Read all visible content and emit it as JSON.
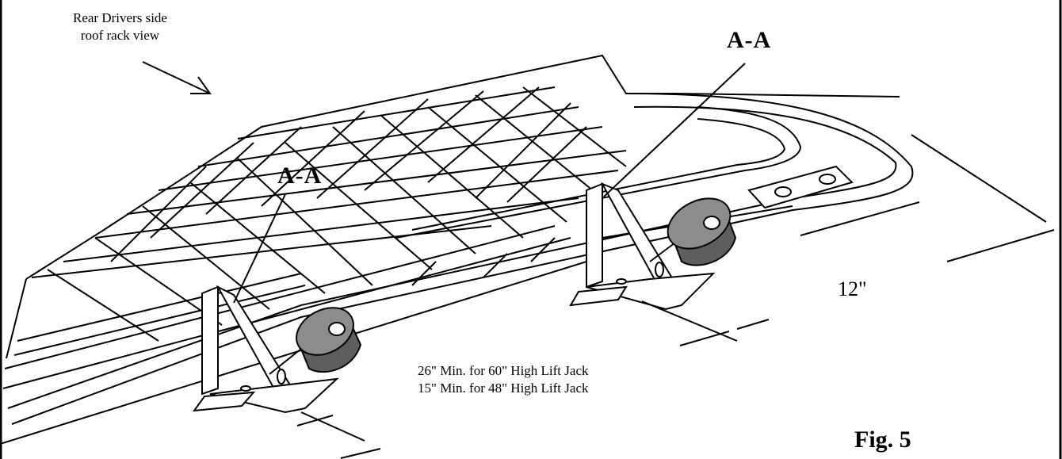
{
  "view_caption": {
    "line1": "Rear Drivers side",
    "line2": "roof rack view"
  },
  "section_labels": [
    "A-A",
    "A-A"
  ],
  "dimension_label": "12\"",
  "notes": [
    "26\" Min. for 60\" High Lift Jack",
    "15\" Min. for 48\" High Lift Jack"
  ],
  "figure_label": "Fig. 5",
  "colors": {
    "line": "#000000",
    "knob": "#8c8c8c",
    "knob_dark": "#5e5e5e",
    "background": "#ffffff"
  }
}
